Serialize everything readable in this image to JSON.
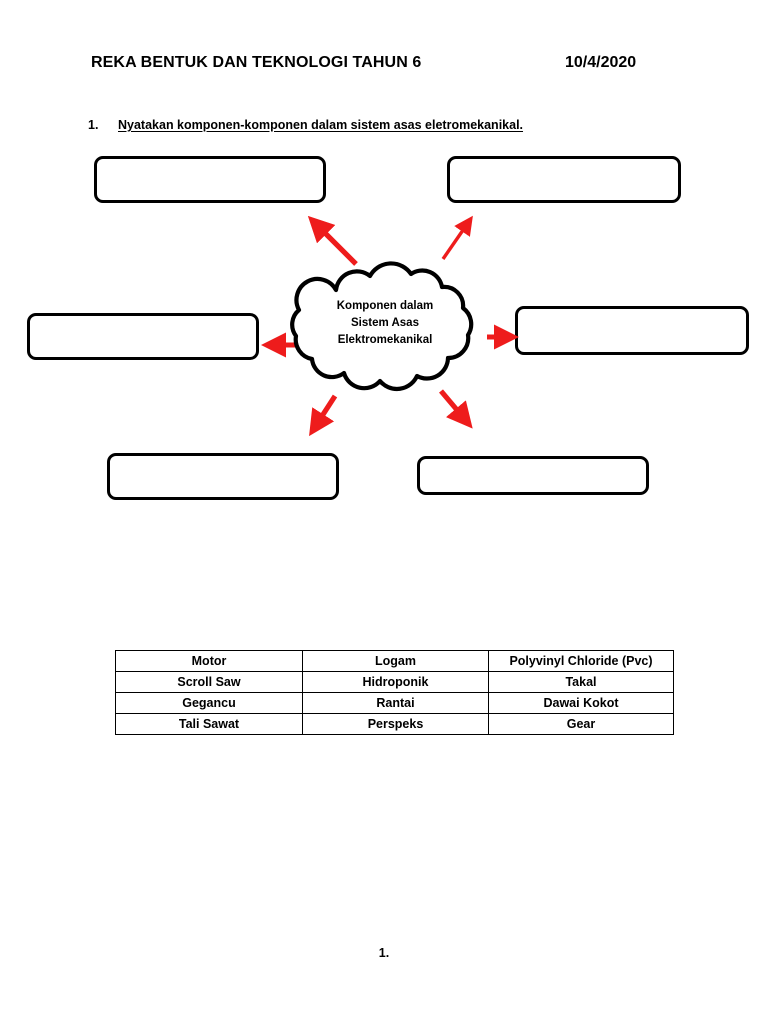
{
  "header": {
    "title": "REKA BENTUK DAN TEKNOLOGI TAHUN 6",
    "date": "10/4/2020"
  },
  "question": {
    "number": "1.",
    "text": "Nyatakan komponen-komponen dalam sistem asas eletromekanikal."
  },
  "diagram": {
    "center_label_line1": "Komponen dalam",
    "center_label_line2": "Sistem Asas",
    "center_label_line3": "Elektromekanikal",
    "answer_boxes": [
      {
        "id": "top-left",
        "value": ""
      },
      {
        "id": "top-right",
        "value": ""
      },
      {
        "id": "mid-left",
        "value": ""
      },
      {
        "id": "mid-right",
        "value": ""
      },
      {
        "id": "bottom-left",
        "value": ""
      },
      {
        "id": "bottom-right",
        "value": ""
      }
    ],
    "arrow_color": "#ee1c1c",
    "outline_color": "#000000"
  },
  "word_bank": {
    "rows": [
      [
        "Motor",
        "Logam",
        "Polyvinyl Chloride (Pvc)"
      ],
      [
        "Scroll Saw",
        "Hidroponik",
        "Takal"
      ],
      [
        "Gegancu",
        "Rantai",
        "Dawai Kokot"
      ],
      [
        "Tali Sawat",
        "Perspeks",
        "Gear"
      ]
    ]
  },
  "footer": {
    "page_number": "1."
  }
}
